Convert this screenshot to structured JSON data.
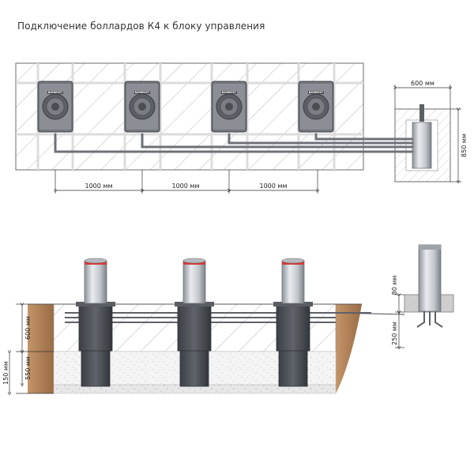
{
  "title": "Подключение боллардов К4 к блоку управления",
  "brand_label": "BAYBREST",
  "top_view": {
    "spacing_labels": [
      "1000 мм",
      "1000 мм",
      "1000 мм"
    ]
  },
  "control_box": {
    "width_label": "600 мм",
    "height_label": "850 мм"
  },
  "section_view": {
    "depth_labels": {
      "upper": "600 мм",
      "lower": "550 мм",
      "base": "150 мм"
    },
    "control_box_labels": {
      "above": "80 мм",
      "below": "250 мм"
    }
  },
  "colors": {
    "line": "#4a4a4a",
    "hatch": "#9a9a9a",
    "pipe": "#6e7278",
    "soil": "#b5835a",
    "bollard_body": "#c9cdd2",
    "bollard_base": "#4b4f55",
    "reflector": "#d43a3a"
  }
}
